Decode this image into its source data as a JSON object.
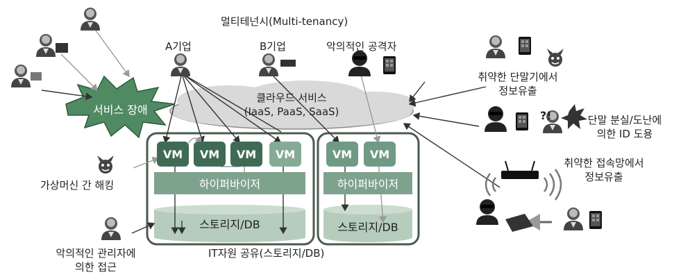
{
  "title": "멀티테넌시(Multi-tenancy)",
  "company_a": "A기업",
  "company_b": "B기업",
  "attacker": "악의적인 공격자",
  "cloud": {
    "line1": "클라우드 서비스",
    "line2": "(IaaS, PaaS, SaaS)"
  },
  "service_outage": "서비스 장애",
  "threats": {
    "vulnerable_device": [
      "취약한 단말기에서",
      "정보유출"
    ],
    "device_loss": [
      "단말 분실/도난에",
      "의한 ID 도용"
    ],
    "vulnerable_network": [
      "취약한 접속망에서",
      "정보유출"
    ],
    "vm_hacking": "가상머신 간 해킹",
    "malicious_admin": [
      "악의적인 관리자에",
      "의한 접근"
    ]
  },
  "vm_label": "VM",
  "hypervisor": "하이퍼바이저",
  "storage": "스토리지/DB",
  "shared_resources": "IT자원 공유(스토리지/DB)",
  "question_mark": "?!",
  "colors": {
    "green_dark": "#3f6b54",
    "green_mid": "#6f9a83",
    "green_light": "#86ab95",
    "storage_fill": "#b6cdbd",
    "cloud_fill": "#d9d9d9",
    "outage_fill": "#4f8a62",
    "border": "#4a5a4f"
  },
  "icons": [
    "user-icon",
    "laptop-icon",
    "tablet-icon",
    "hacker-icon",
    "devil-icon",
    "router-icon",
    "wifi-icon",
    "starburst-icon"
  ]
}
